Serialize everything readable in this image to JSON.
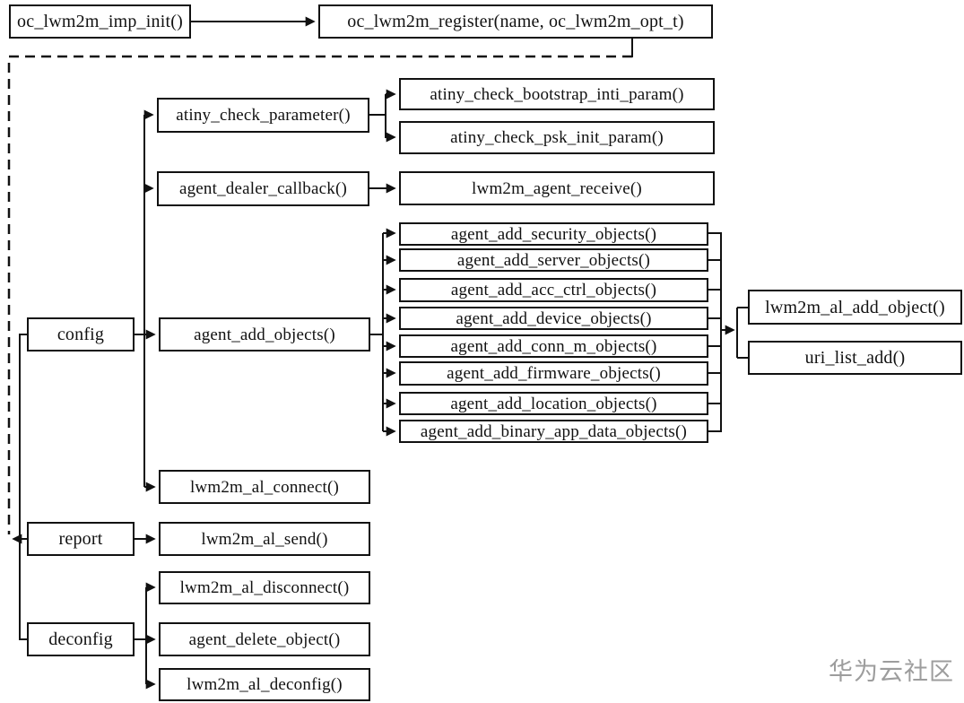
{
  "diagram": {
    "kind": "function-call-flowchart",
    "nodes": {
      "imp_init": "oc_lwm2m_imp_init()",
      "register": "oc_lwm2m_register(name, oc_lwm2m_opt_t)",
      "config": "config",
      "report": "report",
      "deconfig": "deconfig",
      "atiny_check_parameter": "atiny_check_parameter()",
      "agent_dealer_callback": "agent_dealer_callback()",
      "agent_add_objects": "agent_add_objects()",
      "lwm2m_al_connect": "lwm2m_al_connect()",
      "lwm2m_al_send": "lwm2m_al_send()",
      "lwm2m_al_disconnect": "lwm2m_al_disconnect()",
      "agent_delete_object": "agent_delete_object()",
      "lwm2m_al_deconfig": "lwm2m_al_deconfig()",
      "atiny_check_bootstrap_inti_param": "atiny_check_bootstrap_inti_param()",
      "atiny_check_psk_init_param": "atiny_check_psk_init_param()",
      "lwm2m_agent_receive": "lwm2m_agent_receive()",
      "agent_add_security_objects": "agent_add_security_objects()",
      "agent_add_server_objects": "agent_add_server_objects()",
      "agent_add_acc_ctrl_objects": "agent_add_acc_ctrl_objects()",
      "agent_add_device_objects": "agent_add_device_objects()",
      "agent_add_conn_m_objects": "agent_add_conn_m_objects()",
      "agent_add_firmware_objects": "agent_add_firmware_objects()",
      "agent_add_location_objects": "agent_add_location_objects()",
      "agent_add_binary_app_data_objects": "agent_add_binary_app_data_objects()",
      "lwm2m_al_add_object": "lwm2m_al_add_object()",
      "uri_list_add": "uri_list_add()"
    },
    "edges": [
      {
        "from": "imp_init",
        "to": "register",
        "style": "solid"
      },
      {
        "from": "register",
        "to": [
          "config",
          "report",
          "deconfig"
        ],
        "style": "dashed"
      },
      {
        "from": "config",
        "to": [
          "atiny_check_parameter",
          "agent_dealer_callback",
          "agent_add_objects",
          "lwm2m_al_connect"
        ],
        "style": "solid"
      },
      {
        "from": "atiny_check_parameter",
        "to": [
          "atiny_check_bootstrap_inti_param",
          "atiny_check_psk_init_param"
        ],
        "style": "solid"
      },
      {
        "from": "agent_dealer_callback",
        "to": "lwm2m_agent_receive",
        "style": "solid"
      },
      {
        "from": "agent_add_objects",
        "to": [
          "agent_add_security_objects",
          "agent_add_server_objects",
          "agent_add_acc_ctrl_objects",
          "agent_add_device_objects",
          "agent_add_conn_m_objects",
          "agent_add_firmware_objects",
          "agent_add_location_objects",
          "agent_add_binary_app_data_objects"
        ],
        "style": "solid"
      },
      {
        "from": [
          "agent_add_security_objects",
          "agent_add_server_objects",
          "agent_add_acc_ctrl_objects",
          "agent_add_device_objects",
          "agent_add_conn_m_objects",
          "agent_add_firmware_objects",
          "agent_add_location_objects",
          "agent_add_binary_app_data_objects"
        ],
        "to": [
          "lwm2m_al_add_object",
          "uri_list_add"
        ],
        "style": "solid"
      },
      {
        "from": "report",
        "to": "lwm2m_al_send",
        "style": "solid"
      },
      {
        "from": "deconfig",
        "to": [
          "lwm2m_al_disconnect",
          "agent_delete_object",
          "lwm2m_al_deconfig"
        ],
        "style": "solid"
      }
    ],
    "colors": {
      "line": "#111111",
      "box_border": "#111111",
      "box_fill": "#ffffff",
      "text": "#111111",
      "watermark": "#9d9d9d"
    },
    "watermark": "华为云社区"
  }
}
